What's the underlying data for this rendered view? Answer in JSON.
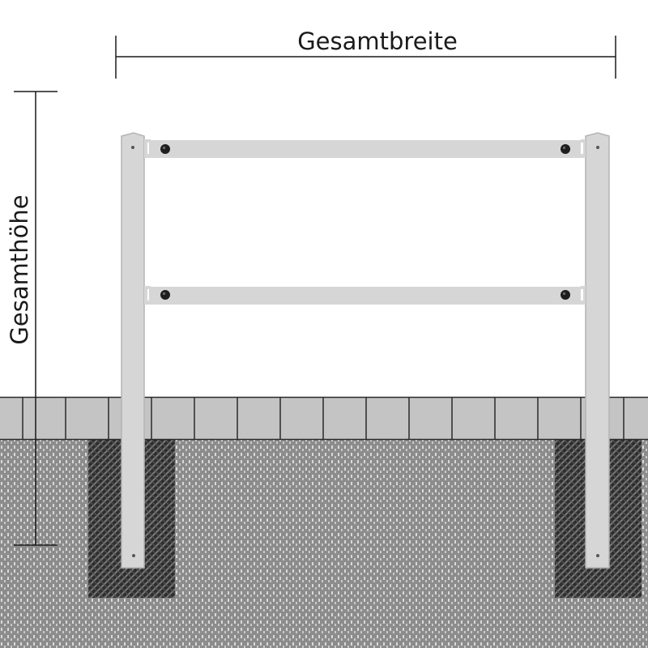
{
  "dimensions": {
    "width_label": "Gesamtbreite",
    "height_label": "Gesamthöhe"
  },
  "colors": {
    "background": "#ffffff",
    "post": "#d6d6d6",
    "post_outline": "#b4b4b4",
    "rail": "#d6d6d6",
    "bolt": "#1e1e1e",
    "pavement": "#c4c4c4",
    "pavement_joint": "#2a2a2a",
    "soil": "#8c8c8c",
    "soil_speckle": "#e6e6e6",
    "foundation": "#3a3a3a",
    "dimension_line": "#1a1a1a"
  },
  "pavement_stones": 16,
  "rails": 2
}
